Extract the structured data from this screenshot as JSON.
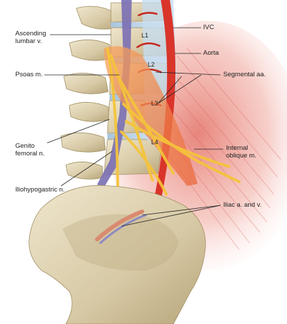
{
  "labels": {
    "ascending_lumbar_v": "Ascending\nlumbar v.",
    "psoas_m": "Psoas m.",
    "genitofemoral_n": "Genito\nfemoral n.",
    "iliohypogastric_n": "Iliohypogastric n.",
    "ivc": "IVC",
    "aorta": "Aorta",
    "segmental_aa": "Segmental aa.",
    "internal_oblique_m": "Internal\noblique m.",
    "iliac_a_and_v": "Iliac a. and v."
  },
  "vertebra_labels": [
    "L1",
    "L2",
    "L3",
    "L4"
  ],
  "colors": {
    "bone": "#d9ccaa",
    "bone_shadow": "#b3a37c",
    "disc": "#bcd3e6",
    "ivc": "#7a6fb4",
    "aorta": "#d9352a",
    "psoas": "#f08a50",
    "nerve": "#f5c43a",
    "muscle": "#e88a80",
    "leader_line": "#222222"
  }
}
